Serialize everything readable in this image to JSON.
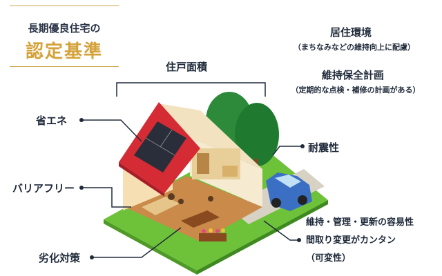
{
  "title": {
    "sub": "長期優良住宅の",
    "main": "認定基準"
  },
  "labels": {
    "living_env": "居住環境",
    "living_env_note": "（まちなみなどの維持向上に配慮）",
    "maintenance_plan": "維持保全計画",
    "maintenance_plan_note": "（定期的な点検・補修の計画がある）",
    "floor_area": "住戸面積",
    "energy": "省エネ",
    "seismic": "耐震性",
    "barrier_free": "バリアフリー",
    "durability": "劣化対策",
    "maint_update_line1": "維持・管理・更新の容易性",
    "maint_update_line2": "間取り変更がカンタン",
    "maint_update_line3": "（可変性）"
  },
  "colors": {
    "accent_gold": "#d4a23a",
    "roof_red": "#d52b35",
    "lawn_green": "#6ec23a",
    "tree_green": "#2c8a3a",
    "car_blue": "#3a6fc4",
    "text_dark": "#1f2a3a"
  }
}
